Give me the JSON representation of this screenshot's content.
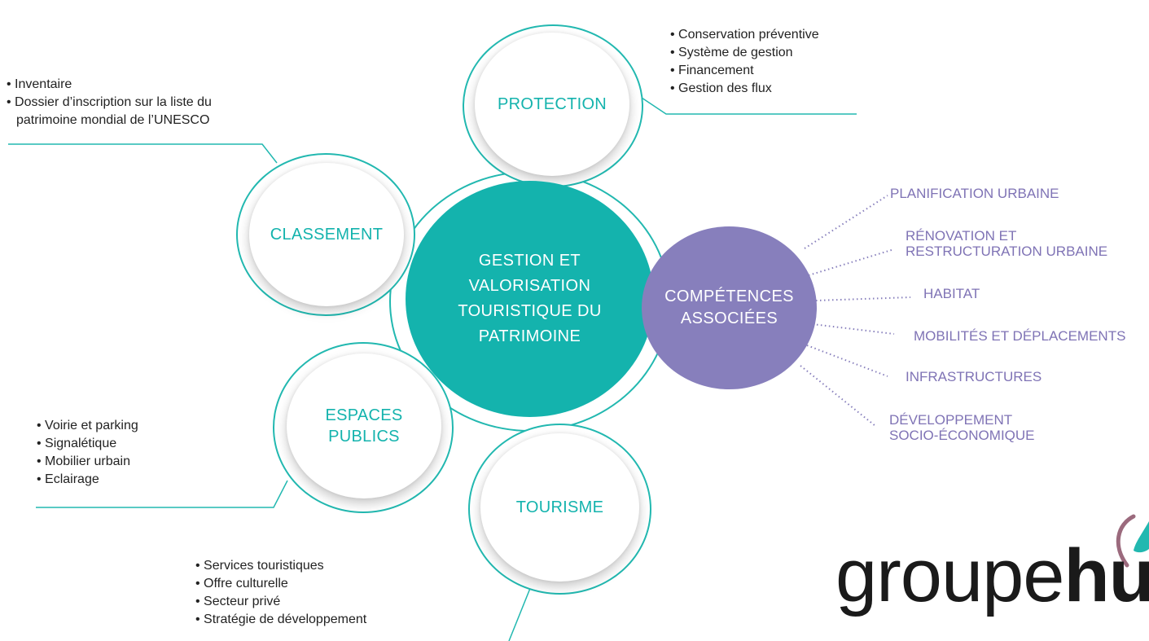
{
  "diagram": {
    "center": {
      "lines": [
        "GESTION ET",
        "VALORISATION",
        "TOURISTIQUE DU",
        "PATRIMOINE"
      ]
    },
    "nodes": {
      "protection": {
        "label": "PROTECTION",
        "items": [
          "Conservation préventive",
          "Système de gestion",
          "Financement",
          "Gestion des flux"
        ]
      },
      "classement": {
        "label": "CLASSEMENT",
        "items": [
          "Inventaire",
          "Dossier d’inscription sur la liste du",
          "patrimoine mondial de l’UNESCO"
        ]
      },
      "espaces": {
        "lines": [
          "ESPACES",
          "PUBLICS"
        ],
        "items": [
          "Voirie et parking",
          "Signalétique",
          "Mobilier urbain",
          "Eclairage"
        ]
      },
      "tourisme": {
        "label": "TOURISME",
        "items": [
          "Services touristiques",
          "Offre culturelle",
          "Secteur privé",
          "Stratégie de développement"
        ]
      }
    },
    "competences": {
      "lines": [
        "COMPÉTENCES",
        "ASSOCIÉES"
      ],
      "items": [
        [
          "PLANIFICATION URBAINE"
        ],
        [
          "RÉNOVATION ET",
          "RESTRUCTURATION URBAINE"
        ],
        [
          "HABITAT"
        ],
        [
          "MOBILITÉS ET DÉPLACEMENTS"
        ],
        [
          "INFRASTRUCTURES"
        ],
        [
          "DÉVELOPPEMENT",
          "SOCIO-ÉCONOMIQUE"
        ]
      ]
    }
  },
  "logo": {
    "light": "groupe",
    "bold": "huit"
  },
  "colors": {
    "teal": "#14b3ad",
    "ring": "#22b8b0",
    "purple": "#877fbc",
    "purple_text": "#7f73b5"
  }
}
